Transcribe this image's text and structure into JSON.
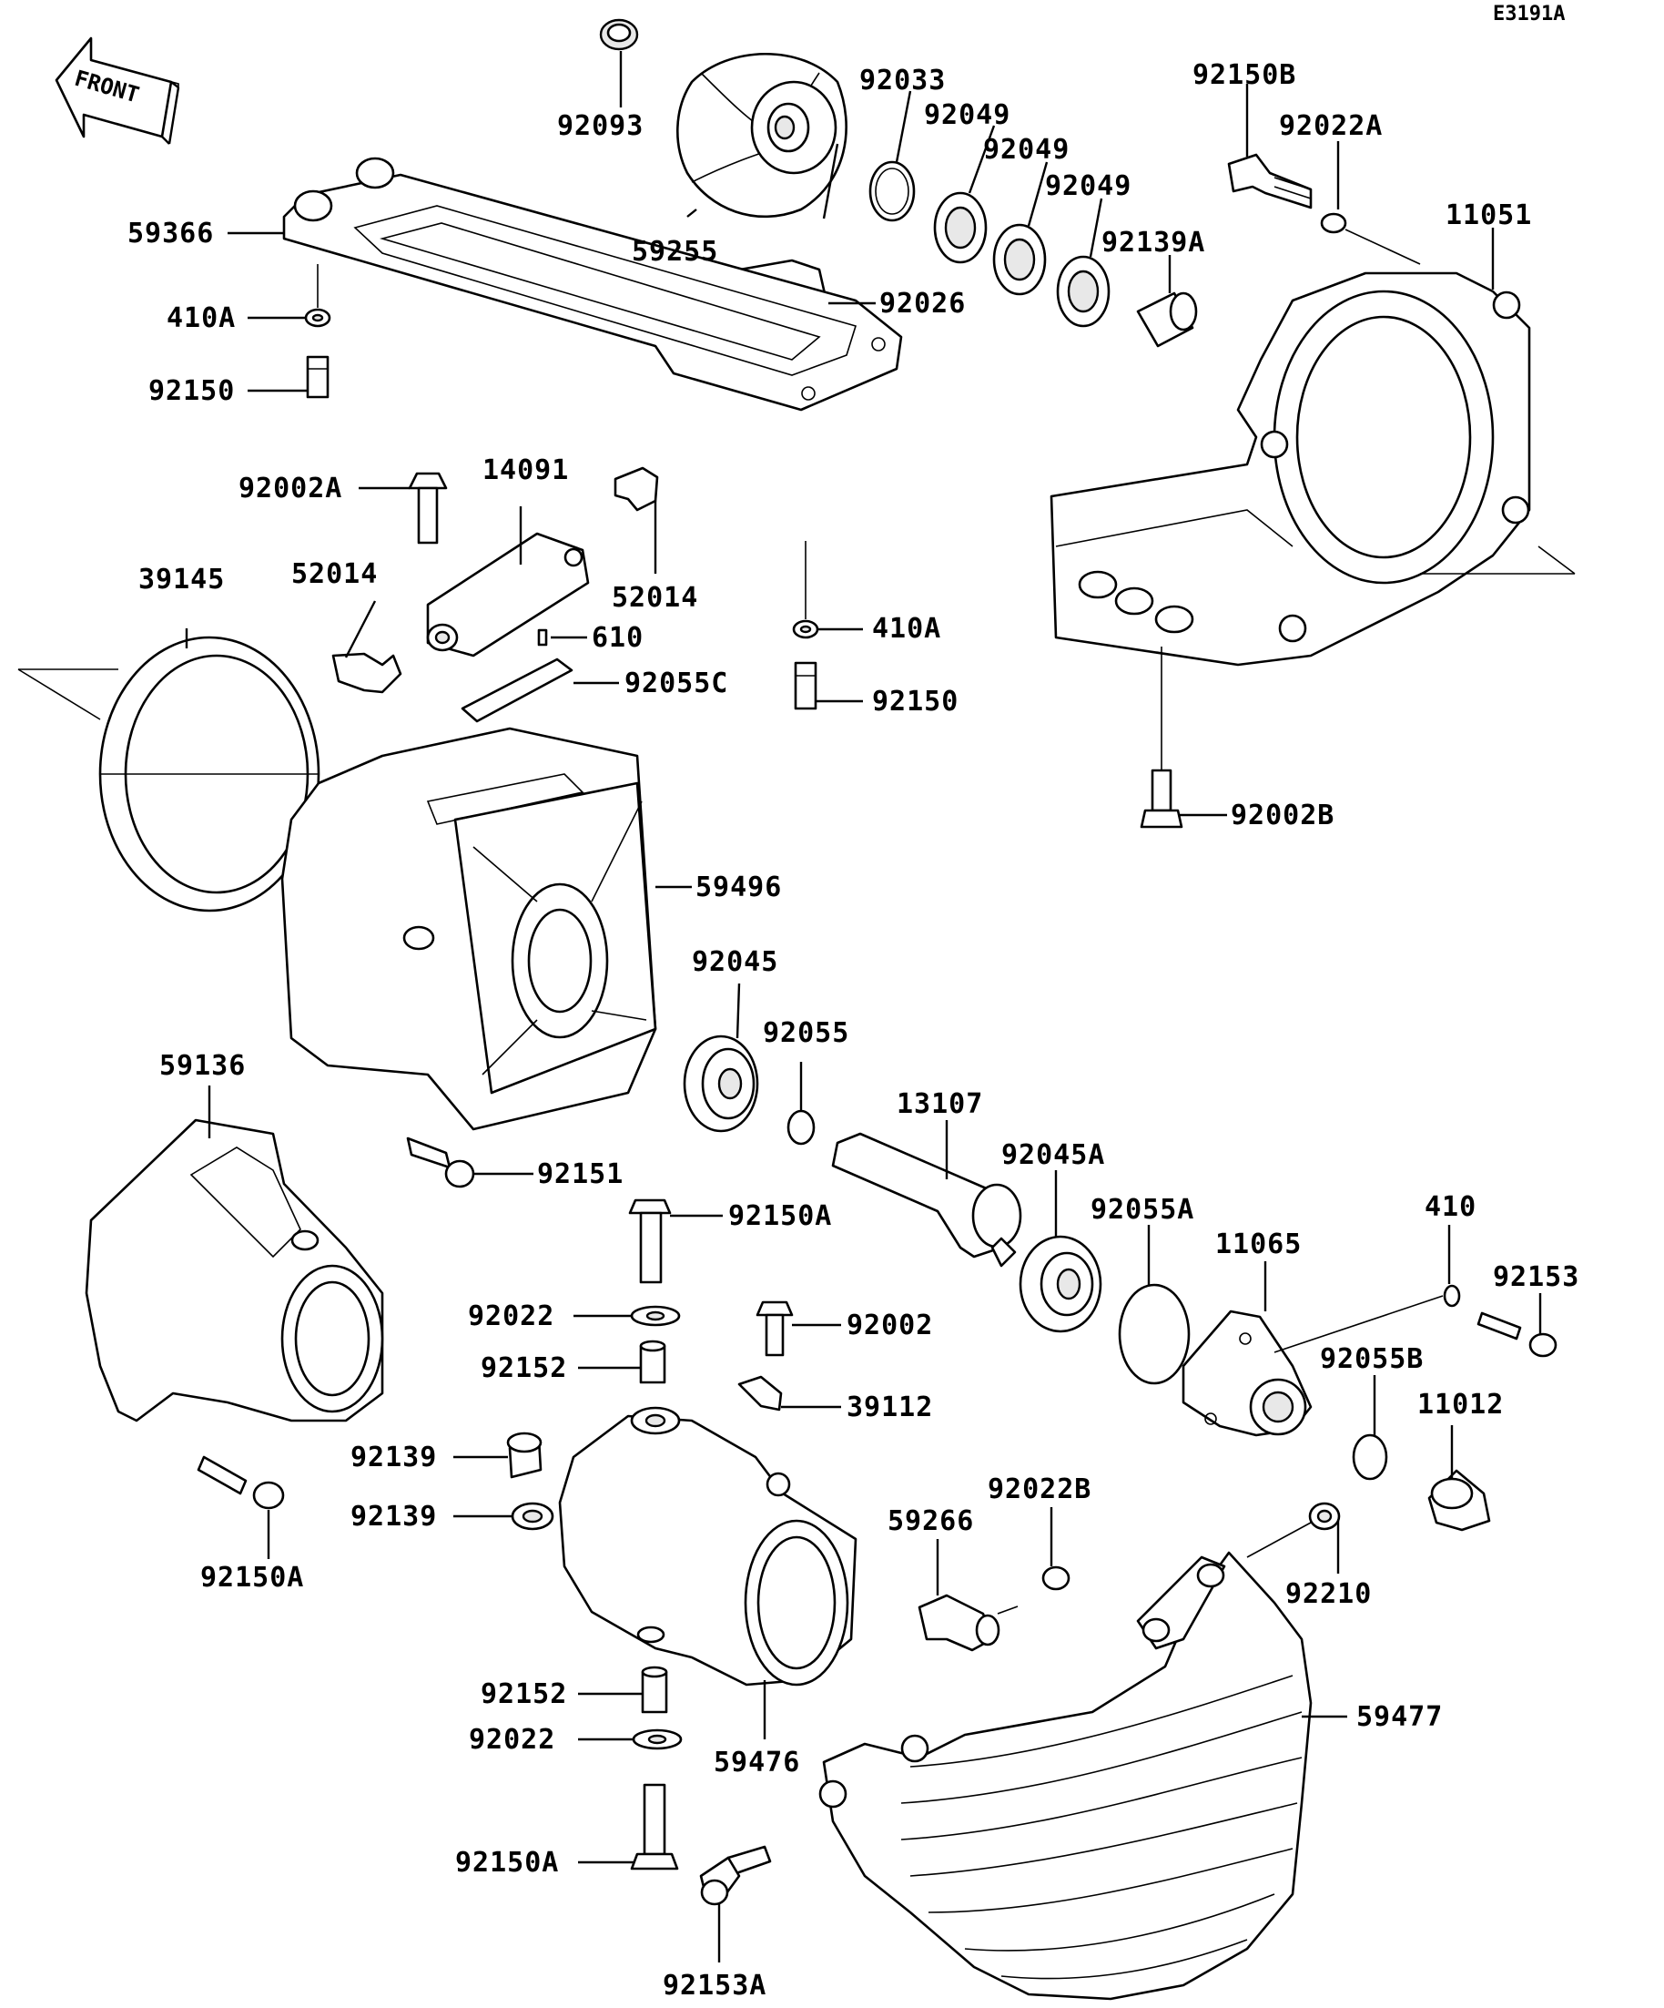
{
  "figure_code": "E3191A",
  "front_arrow_label": "FRONT",
  "parts": [
    {
      "id": "p01",
      "number": "92093"
    },
    {
      "id": "p02",
      "number": "92033"
    },
    {
      "id": "p03",
      "number": "92049"
    },
    {
      "id": "p04",
      "number": "92049"
    },
    {
      "id": "p05",
      "number": "92049"
    },
    {
      "id": "p06",
      "number": "92139A"
    },
    {
      "id": "p07",
      "number": "59255"
    },
    {
      "id": "p08",
      "number": "92026"
    },
    {
      "id": "p09",
      "number": "92150B"
    },
    {
      "id": "p10",
      "number": "92022A"
    },
    {
      "id": "p11",
      "number": "11051"
    },
    {
      "id": "p12",
      "number": "59366"
    },
    {
      "id": "p13",
      "number": "410A"
    },
    {
      "id": "p14",
      "number": "92150"
    },
    {
      "id": "p15",
      "number": "92002A"
    },
    {
      "id": "p16",
      "number": "14091"
    },
    {
      "id": "p17",
      "number": "52014"
    },
    {
      "id": "p18",
      "number": "52014"
    },
    {
      "id": "p19",
      "number": "39145"
    },
    {
      "id": "p20",
      "number": "610"
    },
    {
      "id": "p21",
      "number": "92055C"
    },
    {
      "id": "p22",
      "number": "410A"
    },
    {
      "id": "p23",
      "number": "92150"
    },
    {
      "id": "p24",
      "number": "92002B"
    },
    {
      "id": "p25",
      "number": "59496"
    },
    {
      "id": "p26",
      "number": "92045"
    },
    {
      "id": "p27",
      "number": "92055"
    },
    {
      "id": "p28",
      "number": "59136"
    },
    {
      "id": "p29",
      "number": "13107"
    },
    {
      "id": "p30",
      "number": "92151"
    },
    {
      "id": "p31",
      "number": "92045A"
    },
    {
      "id": "p32",
      "number": "92150A"
    },
    {
      "id": "p33",
      "number": "92055A"
    },
    {
      "id": "p34",
      "number": "410"
    },
    {
      "id": "p35",
      "number": "11065"
    },
    {
      "id": "p36",
      "number": "92153"
    },
    {
      "id": "p37",
      "number": "92022"
    },
    {
      "id": "p38",
      "number": "92002"
    },
    {
      "id": "p39",
      "number": "92152"
    },
    {
      "id": "p40",
      "number": "39112"
    },
    {
      "id": "p41",
      "number": "92055B"
    },
    {
      "id": "p42",
      "number": "11012"
    },
    {
      "id": "p43",
      "number": "92139"
    },
    {
      "id": "p44",
      "number": "92139"
    },
    {
      "id": "p45",
      "number": "92150A"
    },
    {
      "id": "p46",
      "number": "92022B"
    },
    {
      "id": "p47",
      "number": "59266"
    },
    {
      "id": "p48",
      "number": "92210"
    },
    {
      "id": "p49",
      "number": "92152"
    },
    {
      "id": "p50",
      "number": "59477"
    },
    {
      "id": "p51",
      "number": "92022"
    },
    {
      "id": "p52",
      "number": "59476"
    },
    {
      "id": "p53",
      "number": "92150A"
    },
    {
      "id": "p54",
      "number": "92153A"
    }
  ]
}
